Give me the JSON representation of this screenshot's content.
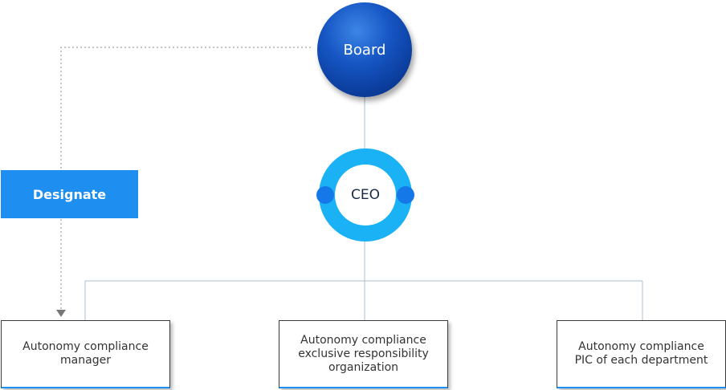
{
  "diagram": {
    "board": {
      "label": "Board"
    },
    "ceo": {
      "label": "CEO"
    },
    "designate": {
      "label": "Designate"
    },
    "org_units": [
      {
        "label": "Autonomy compliance\nmanager"
      },
      {
        "label": "Autonomy compliance\nexclusive responsibility\norganization"
      },
      {
        "label": "Autonomy compliance\nPIC of each department"
      }
    ]
  },
  "colors": {
    "board_blue": "#1656c4",
    "ceo_ring": "#1ab2f5",
    "ceo_dots": "#1478e8",
    "designate_fill": "#1e8ff0",
    "connector": "#a9bfd0",
    "dotted_arrow": "#888888"
  }
}
